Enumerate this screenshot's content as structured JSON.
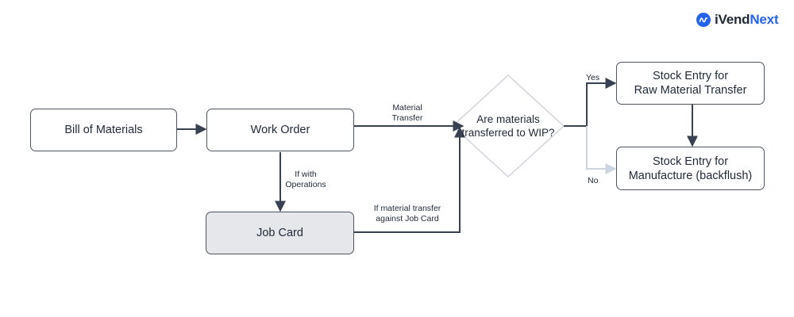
{
  "brand": {
    "prefix": "iVend",
    "suffix": "Next",
    "accent_color": "#2563eb"
  },
  "diagram": {
    "nodes": {
      "bill_of_materials": {
        "label": "Bill of Materials"
      },
      "work_order": {
        "label": "Work Order"
      },
      "job_card": {
        "label": "Job Card"
      },
      "decision": {
        "line1": "Are materials",
        "line2": "transferred to WIP?"
      },
      "raw_material_transfer": {
        "line1": "Stock Entry for",
        "line2": "Raw Material Transfer"
      },
      "manufacture": {
        "line1": "Stock Entry for",
        "line2": "Manufacture (backflush)"
      }
    },
    "edge_labels": {
      "material_transfer": {
        "line1": "Material",
        "line2": "Transfer"
      },
      "with_operations": {
        "line1": "If with",
        "line2": "Operations"
      },
      "against_job_card": {
        "line1": "If material transfer",
        "line2": "against Job Card"
      },
      "yes": "Yes",
      "no": "No"
    },
    "colors": {
      "edge": "#374151",
      "edge_muted": "#cbd5e1",
      "node_border": "#4b5563",
      "shaded_fill": "#e5e7eb"
    }
  }
}
